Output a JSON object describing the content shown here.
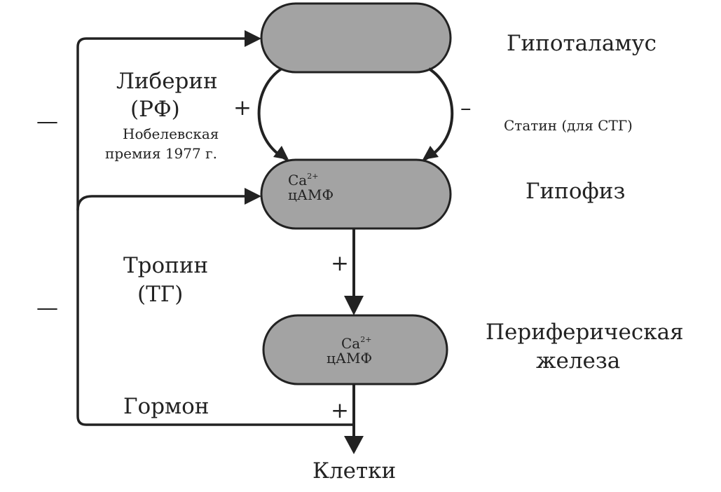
{
  "nodes": {
    "hypothalamus": {
      "label": "Гипоталамус"
    },
    "pituitary": {
      "label": "Гипофиз",
      "line1": "Ca",
      "sup": "2+",
      "line2": "цАМФ"
    },
    "gland": {
      "label_line1": "Периферическая",
      "label_line2": "железа",
      "line1": "Ca",
      "sup": "2+",
      "line2": "цАМФ"
    },
    "cells": {
      "label": "Клетки"
    }
  },
  "labels": {
    "liberin": "Либерин",
    "rf": "(РФ)",
    "nobel_line1": "Нобелевская",
    "nobel_line2": "премия 1977 г.",
    "statin": "Статин (для СТГ)",
    "tropin": "Тропин",
    "tg": "(ТГ)",
    "hormone": "Гормон"
  },
  "signs": {
    "plus_liberin": "+",
    "minus_statin": "–",
    "plus_tropin": "+",
    "plus_hormone": "+",
    "minus_upper": "—",
    "minus_lower": "—"
  },
  "colors": {
    "box_fill": "#a3a3a3",
    "stroke": "#222222"
  }
}
